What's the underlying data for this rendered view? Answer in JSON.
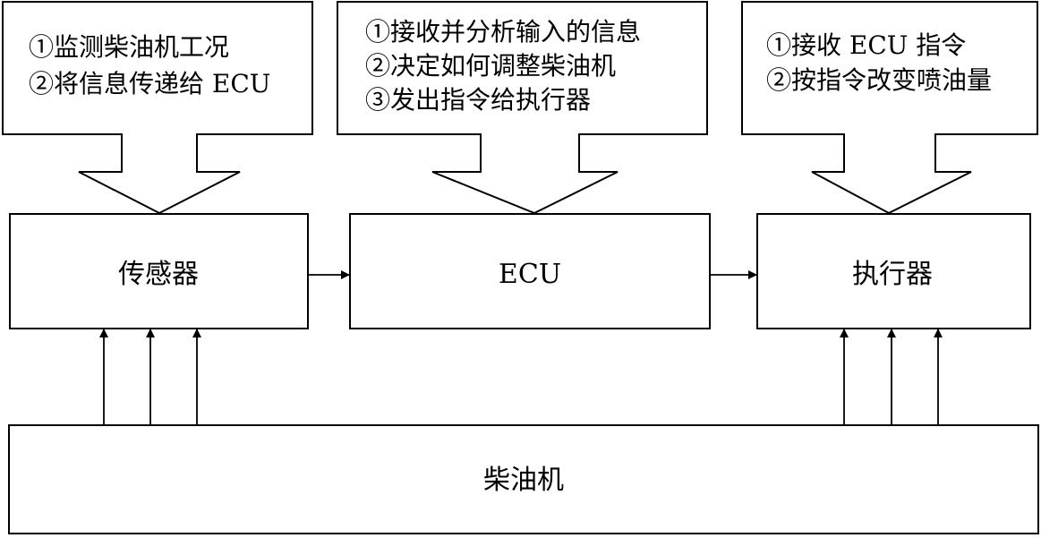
{
  "diagram": {
    "stroke_color": "#000000",
    "callouts": [
      {
        "id": "sensor-callout",
        "lines": [
          "①监测柴油机工况",
          "②将信息传递给 ECU"
        ]
      },
      {
        "id": "ecu-callout",
        "lines": [
          "①接收并分析输入的信息",
          "②决定如何调整柴油机",
          "③发出指令给执行器"
        ]
      },
      {
        "id": "actuator-callout",
        "lines": [
          "①接收 ECU 指令",
          "②按指令改变喷油量"
        ]
      }
    ],
    "boxes": {
      "sensor": "传感器",
      "ecu": "ECU",
      "actuator": "执行器",
      "engine": "柴油机"
    },
    "edges": [
      {
        "from": "sensor",
        "to": "ecu"
      },
      {
        "from": "ecu",
        "to": "actuator"
      },
      {
        "from": "engine",
        "to": "sensor",
        "count": 3
      },
      {
        "from": "engine",
        "to": "actuator",
        "count": 3
      }
    ]
  }
}
